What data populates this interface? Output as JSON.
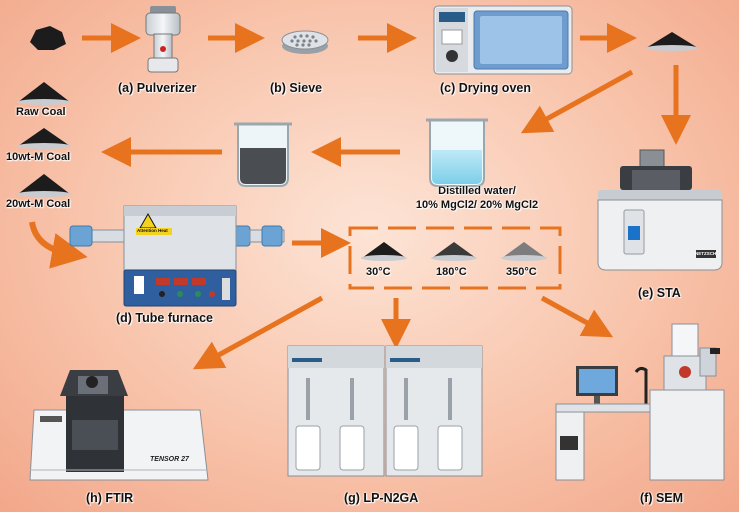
{
  "labels": {
    "pulverizer": "(a) Pulverizer",
    "sieve": "(b) Sieve",
    "drying_oven": "(c) Drying oven",
    "tube_furnace": "(d) Tube furnace",
    "sta": "(e) STA",
    "sem": "(f) SEM",
    "lpn2ga": "(g) LP-N2GA",
    "ftir": "(h) FTIR"
  },
  "samples": {
    "raw": "Raw Coal",
    "m10": "10wt-M Coal",
    "m20": "20wt-M Coal"
  },
  "solution": {
    "line1": "Distilled water/",
    "line2": "10% MgCl2/ 20% MgCl2"
  },
  "temperatures": [
    "30°C",
    "180°C",
    "350°C"
  ],
  "device_text": {
    "furnace_warning": "Attention Heat",
    "tensor": "TENSOR 27",
    "netzsch": "NETZSCH"
  },
  "colors": {
    "arrow": "#e8731f",
    "coal": "#1c1c1c",
    "background": "#f8c4ab"
  }
}
